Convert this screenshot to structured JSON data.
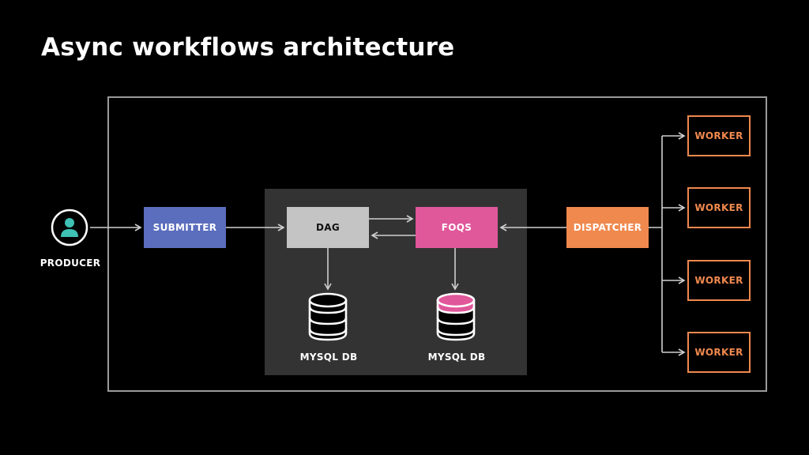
{
  "title": "Async workflows architecture",
  "producer": {
    "label": "PRODUCER"
  },
  "nodes": {
    "submitter": "SUBMITTER",
    "dag": "DAG",
    "foqs": "FOQS",
    "dispatcher": "DISPATCHER"
  },
  "databases": [
    {
      "label": "MYSQL DB"
    },
    {
      "label": "MYSQL DB"
    }
  ],
  "workers": [
    "WORKER",
    "WORKER",
    "WORKER",
    "WORKER"
  ],
  "colors": {
    "background": "#000000",
    "submitter": "#5b6dbd",
    "dag": "#c4c4c4",
    "foqs": "#e0579a",
    "dispatcher": "#f0894e",
    "worker_border": "#f0894e",
    "producer_icon": "#3fc1b5"
  }
}
